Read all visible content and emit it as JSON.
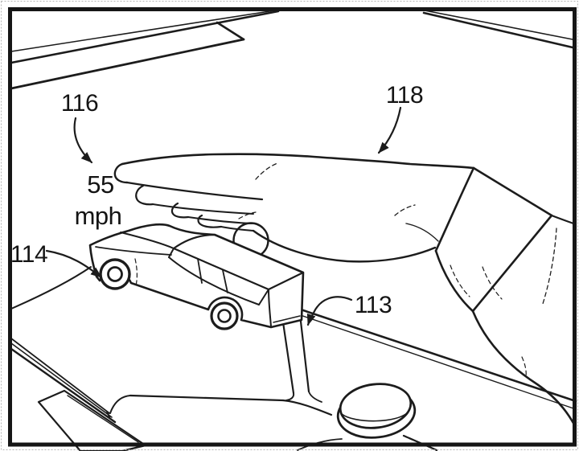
{
  "figure": {
    "kind": "patent-line-drawing",
    "scene": "hand gesturing above a 3d vehicle model shown on a dashboard display with a speed readout and rotary knob",
    "speed_readout": {
      "value": "55",
      "unit": "mph"
    },
    "labels": {
      "l113": "113",
      "l114": "114",
      "l116": "116",
      "l118": "118"
    }
  }
}
